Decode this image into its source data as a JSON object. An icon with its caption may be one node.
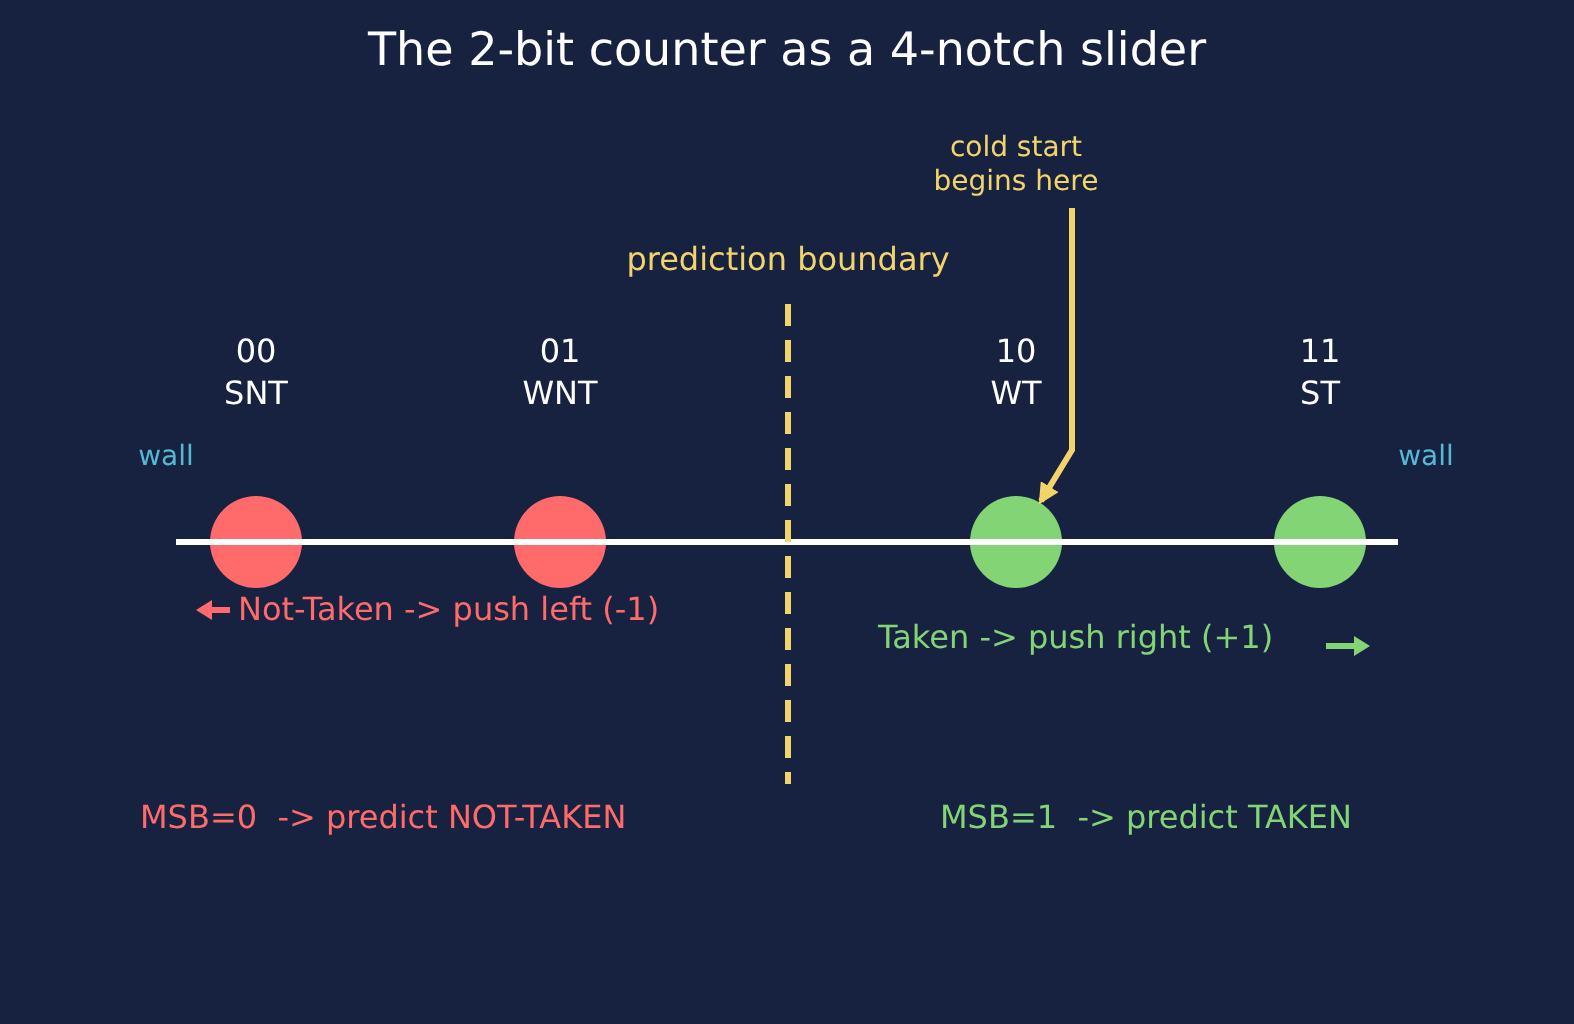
{
  "diagram": {
    "title": "The 2-bit counter as a 4-notch slider",
    "nodes": [
      {
        "text": [
          "00",
          "SNT"
        ]
      },
      {
        "text": [
          "01",
          "WNT"
        ]
      },
      {
        "text": [
          "10",
          "WT"
        ]
      },
      {
        "text": [
          "11",
          "ST"
        ]
      },
      {
        "text": [
          "cold start begins here"
        ]
      }
    ],
    "edges": [
      {
        "from": 4,
        "to": 2,
        "arrow": "to"
      }
    ],
    "labels": [
      "prediction boundary",
      "wall",
      "wall",
      "Not-Taken -> push left (-1)",
      "Taken -> push right (+1)",
      "MSB=0  -> predict NOT-TAKEN",
      "MSB=1  -> predict TAKEN"
    ]
  }
}
